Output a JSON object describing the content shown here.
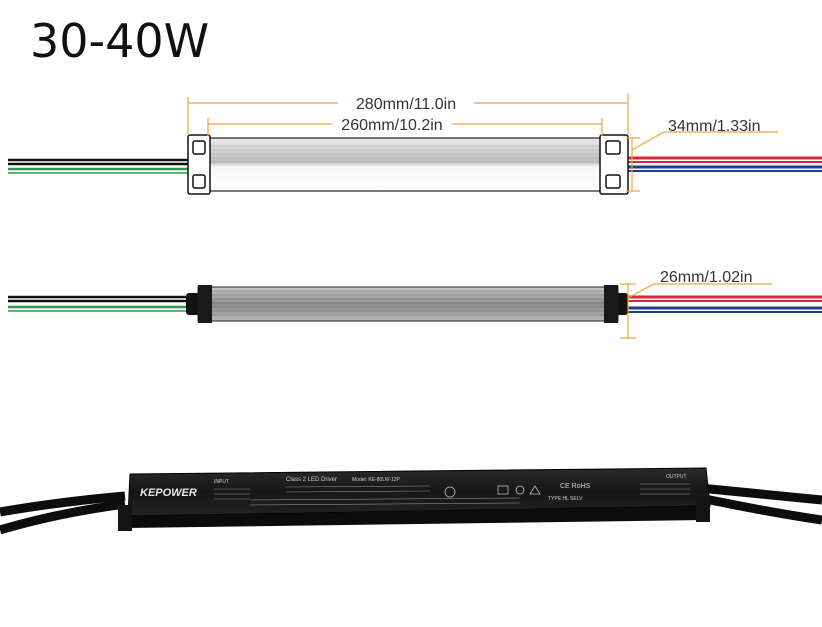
{
  "title": "30-40W",
  "top_view": {
    "overall_length": "280mm/11.0in",
    "mount_spacing": "260mm/10.2in",
    "width": "34mm/1.33in"
  },
  "side_view": {
    "height": "26mm/1.02in"
  },
  "product_label": {
    "brand": "KEPOWER",
    "input_heading": "INPUT",
    "output_heading": "OUTPUT",
    "class_line": "Class 2 LED Driver",
    "model_line": "Model: KE-80LW-12P",
    "certifications_line": "CE  RoHS",
    "type_line": "TYPE HL  SELV"
  },
  "colors": {
    "dimension_line": "#f0a43a",
    "wire_red": "#d8283c",
    "wire_blue": "#1f3d8a",
    "wire_green": "#2e9a4e",
    "wire_black": "#111111",
    "housing_dark": "#1a1a1a"
  }
}
